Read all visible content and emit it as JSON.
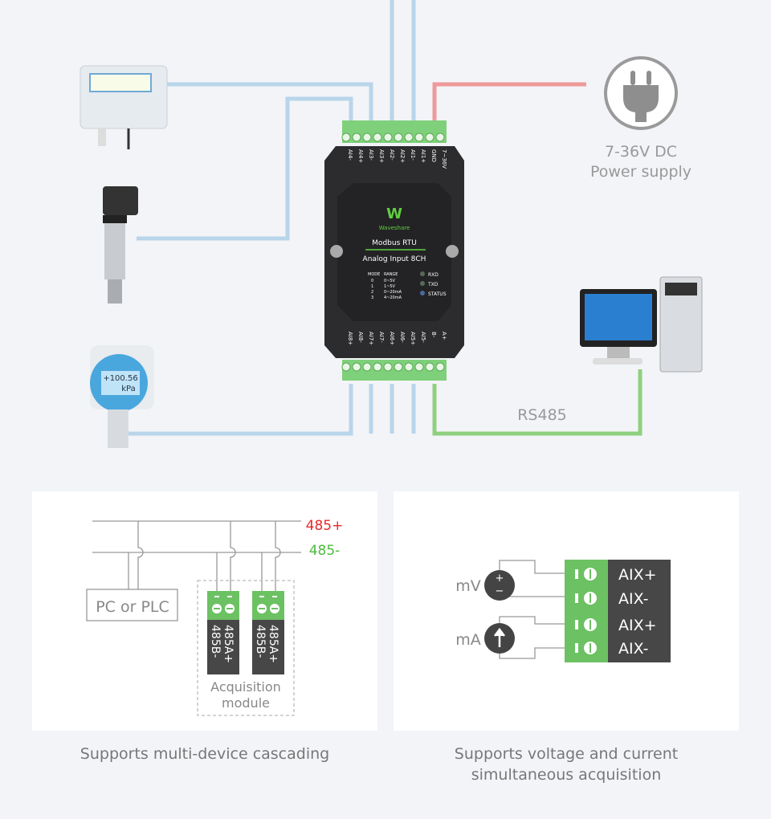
{
  "power": {
    "label_line1": "7-36V DC",
    "label_line2": "Power supply",
    "icon": "power-plug-icon"
  },
  "bus_label": "RS485",
  "device": {
    "brand": "Waveshare",
    "title_line1": "Modbus RTU",
    "title_line2": "Analog Input 8CH",
    "top_pins": [
      "AI4-",
      "AI4+",
      "AI3-",
      "AI3+",
      "AI2-",
      "AI2+",
      "AI1-",
      "AI1+",
      "GND",
      "7~36V"
    ],
    "bottom_pins": [
      "AI8+",
      "AI8-",
      "AI7+",
      "AI7-",
      "AI6+",
      "AI6-",
      "AI5+",
      "AI5-",
      "B-",
      "A+"
    ],
    "mode_table": {
      "headers": [
        "MODE",
        "RANGE"
      ],
      "rows": [
        [
          "0",
          "0~5V"
        ],
        [
          "1",
          "1~5V"
        ],
        [
          "2",
          "0~20mA"
        ],
        [
          "3",
          "4~20mA"
        ]
      ]
    },
    "leds": [
      "RXD",
      "TXD",
      "STATUS"
    ]
  },
  "sensor_display": {
    "value": "+100.56",
    "unit": "kPa"
  },
  "cascade": {
    "line_plus": "485+",
    "line_minus": "485-",
    "host": "PC or PLC",
    "pin_a": "485A+",
    "pin_b": "485B-",
    "module_line1": "Acquisition",
    "module_line2": "module",
    "caption": "Supports multi-device cascading"
  },
  "acquisition": {
    "mv_label": "mV",
    "ma_label": "mA",
    "terminals": [
      "AIX+",
      "AIX-",
      "AIX+",
      "AIX-"
    ],
    "caption_line1": "Supports voltage and current",
    "caption_line2": "simultaneous acquisition"
  },
  "colors": {
    "wire_blue": "#b8d5ea",
    "wire_red": "#ee9a9a",
    "wire_green": "#8fd07f",
    "terminal_green": "#6cc163",
    "label_red": "#e8282a",
    "label_green": "#4cbb3e"
  }
}
